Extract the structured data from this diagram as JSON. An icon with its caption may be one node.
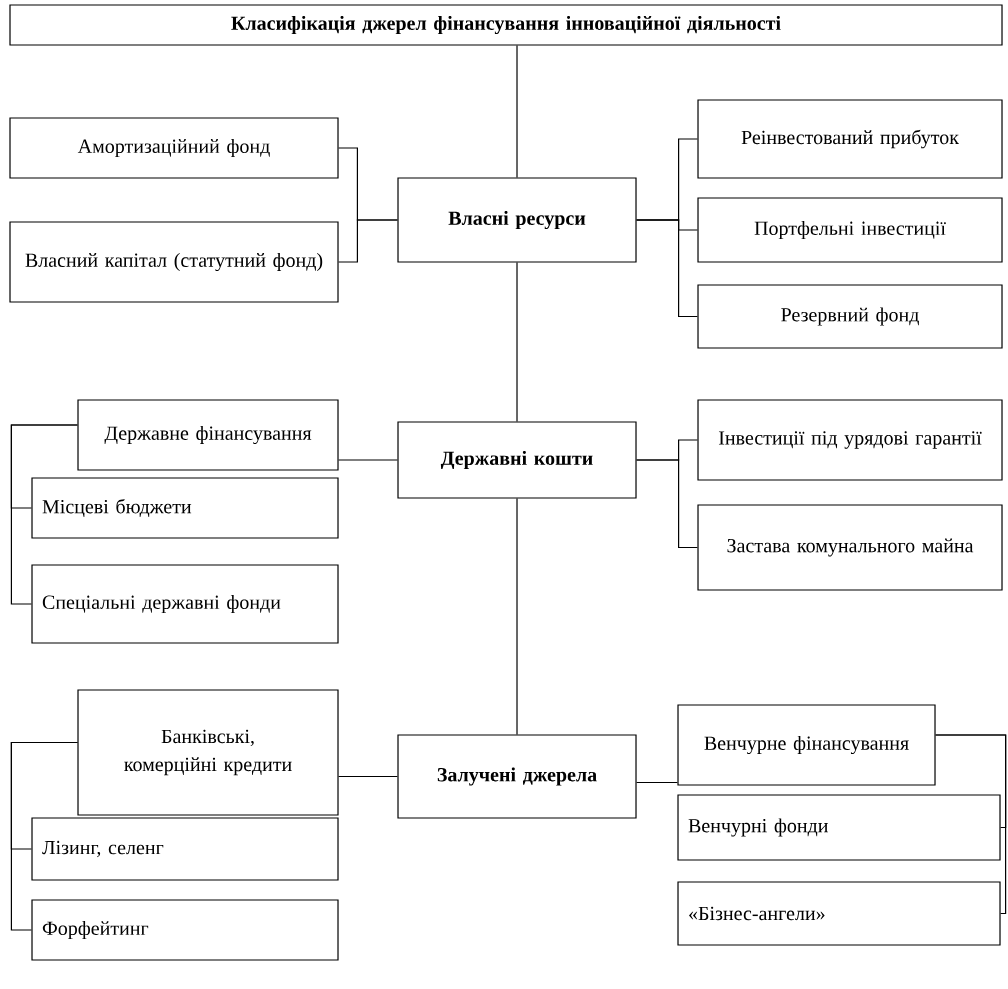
{
  "diagram": {
    "nodes": [
      {
        "text": [
          "Класифікація джерел фінансування інноваційної діяльності"
        ]
      },
      {
        "text": [
          "Власні ресурси"
        ]
      },
      {
        "text": [
          "Амортизаційний фонд"
        ]
      },
      {
        "text": [
          "Власний капітал (статутний фонд)"
        ]
      },
      {
        "text": [
          "Реінвестований прибуток"
        ]
      },
      {
        "text": [
          "Портфельні інвестиції"
        ]
      },
      {
        "text": [
          "Резервний фонд"
        ]
      },
      {
        "text": [
          "Державні кошти"
        ]
      },
      {
        "text": [
          "Державне фінансування"
        ]
      },
      {
        "text": [
          "Місцеві бюджети"
        ]
      },
      {
        "text": [
          "Спеціальні державні фонди"
        ]
      },
      {
        "text": [
          "Інвестиції під урядові гарантії"
        ]
      },
      {
        "text": [
          "Застава комунального майна"
        ]
      },
      {
        "text": [
          "Залучені джерела"
        ]
      },
      {
        "text": [
          "Банківські, комерційні кредити"
        ]
      },
      {
        "text": [
          "Лізинг, селенг"
        ]
      },
      {
        "text": [
          "Форфейтинг"
        ]
      },
      {
        "text": [
          "Венчурне фінансування"
        ]
      },
      {
        "text": [
          "Венчурні фонди"
        ]
      },
      {
        "text": [
          "«Бізнес-ангели»"
        ]
      }
    ],
    "edges": [
      {
        "from": 0,
        "to": 1,
        "arrow": "none"
      },
      {
        "from": 1,
        "to": 7,
        "arrow": "none"
      },
      {
        "from": 7,
        "to": 13,
        "arrow": "none"
      },
      {
        "from": 1,
        "to": 2,
        "arrow": "none"
      },
      {
        "from": 1,
        "to": 3,
        "arrow": "none"
      },
      {
        "from": 1,
        "to": 4,
        "arrow": "none"
      },
      {
        "from": 1,
        "to": 5,
        "arrow": "none"
      },
      {
        "from": 1,
        "to": 6,
        "arrow": "none"
      },
      {
        "from": 7,
        "to": 8,
        "arrow": "none"
      },
      {
        "from": 8,
        "to": 9,
        "arrow": "none"
      },
      {
        "from": 8,
        "to": 10,
        "arrow": "none"
      },
      {
        "from": 7,
        "to": 11,
        "arrow": "none"
      },
      {
        "from": 7,
        "to": 12,
        "arrow": "none"
      },
      {
        "from": 13,
        "to": 14,
        "arrow": "none"
      },
      {
        "from": 14,
        "to": 15,
        "arrow": "none"
      },
      {
        "from": 14,
        "to": 16,
        "arrow": "none"
      },
      {
        "from": 13,
        "to": 17,
        "arrow": "none"
      },
      {
        "from": 17,
        "to": 18,
        "arrow": "none"
      },
      {
        "from": 17,
        "to": 19,
        "arrow": "none"
      }
    ]
  }
}
